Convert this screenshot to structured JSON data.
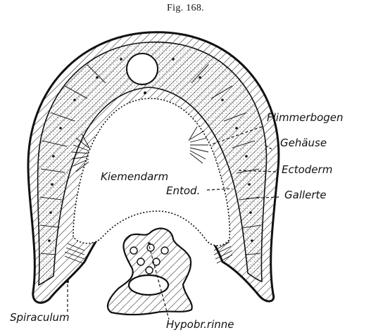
{
  "figure": {
    "title": "Fig. 168."
  },
  "labels": {
    "flimmerbogen": "Flimmerbogen",
    "gehaeuse": "Gehäuse",
    "ectoderm": "Ectoderm",
    "kiemendarm": "Kiemendarm",
    "entod": "Entod.",
    "gallerte": "Gallerte",
    "spiraculum": "Spiraculum",
    "hypobr_rinne": "Hypobr.rinne"
  }
}
